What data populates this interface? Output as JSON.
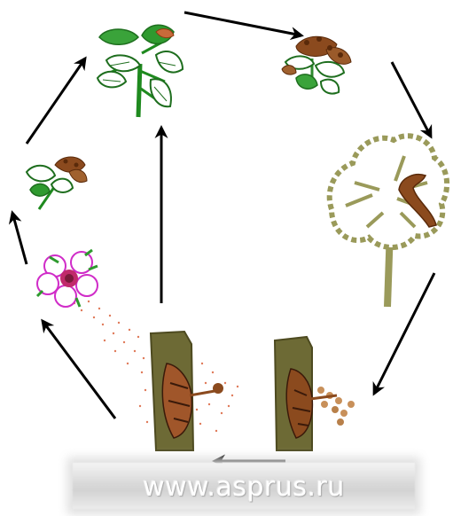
{
  "diagram": {
    "stages": [
      {
        "id": "young-shoot",
        "icon": "young-shoot-icon"
      },
      {
        "id": "infected-leaves",
        "icon": "infected-leaves-icon"
      },
      {
        "id": "diseased-tree",
        "icon": "diseased-tree-icon"
      },
      {
        "id": "canker-on-bark",
        "icon": "bark-canker-icon"
      },
      {
        "id": "canker-spores",
        "icon": "spore-release-icon"
      },
      {
        "id": "infected-flower",
        "icon": "infected-flower-icon"
      },
      {
        "id": "infected-leaf-cluster",
        "icon": "leaf-cluster-icon"
      }
    ],
    "colors": {
      "leaf_green": "#2e9a2e",
      "stem_green": "#1f8a1f",
      "rust_brown": "#8b3a10",
      "tree_olive": "#9a9a5a",
      "bark_olive": "#6d6a35",
      "flower_magenta": "#d02cc8",
      "arrow": "#000000"
    }
  },
  "watermark": {
    "text": "www.asprus.ru"
  }
}
